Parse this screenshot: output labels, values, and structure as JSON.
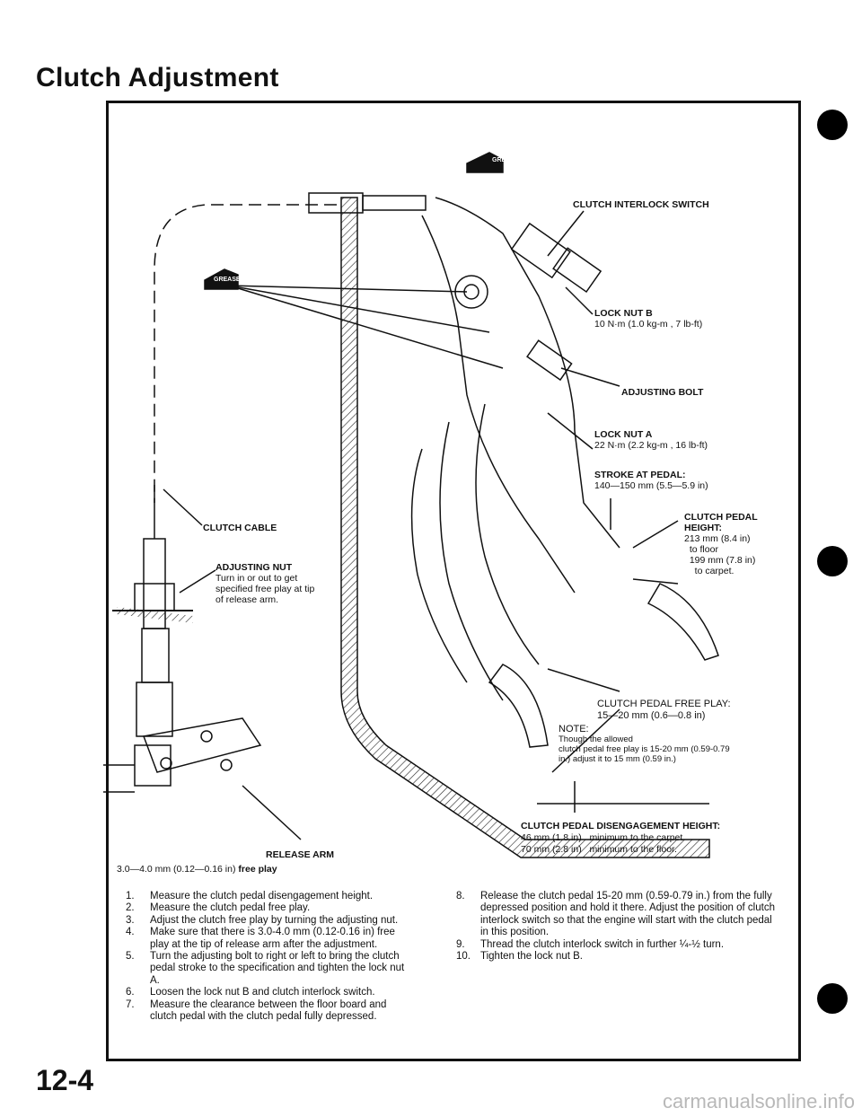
{
  "page": {
    "title": "Clutch Adjustment",
    "page_number": "12-4",
    "watermark": "carmanualsonline.info"
  },
  "labels": {
    "grease1": "GREASE",
    "grease2": "GREASE",
    "interlock_switch": "CLUTCH INTERLOCK SWITCH",
    "lock_nut_b": "LOCK NUT B",
    "lock_nut_b_torque": "10 N·m (1.0 kg-m , 7 lb-ft)",
    "adjusting_bolt": "ADJUSTING BOLT",
    "lock_nut_a": "LOCK NUT A",
    "lock_nut_a_torque": "22 N·m (2.2 kg-m , 16 lb-ft)",
    "stroke_title": "STROKE AT PEDAL:",
    "stroke_value": "140—150 mm (5.5—5.9 in)",
    "pedal_height_title": "CLUTCH PEDAL\nHEIGHT:",
    "pedal_height_value": "213 mm (8.4 in)\n  to floor\n  199 mm (7.8 in)\n    to carpet.",
    "clutch_cable": "CLUTCH CABLE",
    "adjusting_nut": "ADJUSTING NUT",
    "adjusting_nut_desc": "Turn in or out to get\nspecified free play at tip\nof release arm.",
    "free_play_title": "CLUTCH PEDAL FREE PLAY:",
    "free_play_value": "15—20 mm (0.6—0.8 in)",
    "note_title": "NOTE:",
    "note_text": "Though the allowed\nclutch pedal free play is 15-20 mm (0.59-0.79\nin.) adjust it to 15 mm (0.59 in.)",
    "disengagement_title": "CLUTCH PEDAL DISENGAGEMENT HEIGHT:",
    "disengagement_carpet": "46 mm (1.8 in)   minimum to the carpet",
    "disengagement_floor": "70 mm (2.8 in)   minimum to the floor.",
    "release_arm": "RELEASE ARM",
    "release_free_play": "3.0—4.0 mm (0.12—0.16 in) ",
    "release_free_play_bold": "free play"
  },
  "steps_left": [
    {
      "num": "1.",
      "text": "Measure the clutch pedal disengagement height."
    },
    {
      "num": "2.",
      "text": "Measure the clutch pedal free play."
    },
    {
      "num": "3.",
      "text": "Adjust the clutch free play by turning the adjusting nut."
    },
    {
      "num": "4.",
      "text": "Make sure that there is 3.0-4.0 mm (0.12-0.16 in) free play at the tip of release arm after the adjustment."
    },
    {
      "num": "5.",
      "text": "Turn the adjusting bolt to right or left to bring the clutch pedal stroke to the specification and tighten the lock nut A."
    },
    {
      "num": "6.",
      "text": "Loosen the lock nut B and clutch interlock switch."
    },
    {
      "num": "7.",
      "text": "Measure the clearance between the floor board and clutch pedal with the clutch pedal fully depressed."
    }
  ],
  "steps_right": [
    {
      "num": "8.",
      "text": "Release the clutch pedal 15-20 mm (0.59-0.79 in.) from the fully depressed position and hold it there. Adjust the position of clutch interlock switch so that the engine will start with the clutch pedal in this position."
    },
    {
      "num": "9.",
      "text": "Thread the clutch interlock switch in further ¼-½ turn."
    },
    {
      "num": "10.",
      "text": "Tighten the lock nut B."
    }
  ]
}
